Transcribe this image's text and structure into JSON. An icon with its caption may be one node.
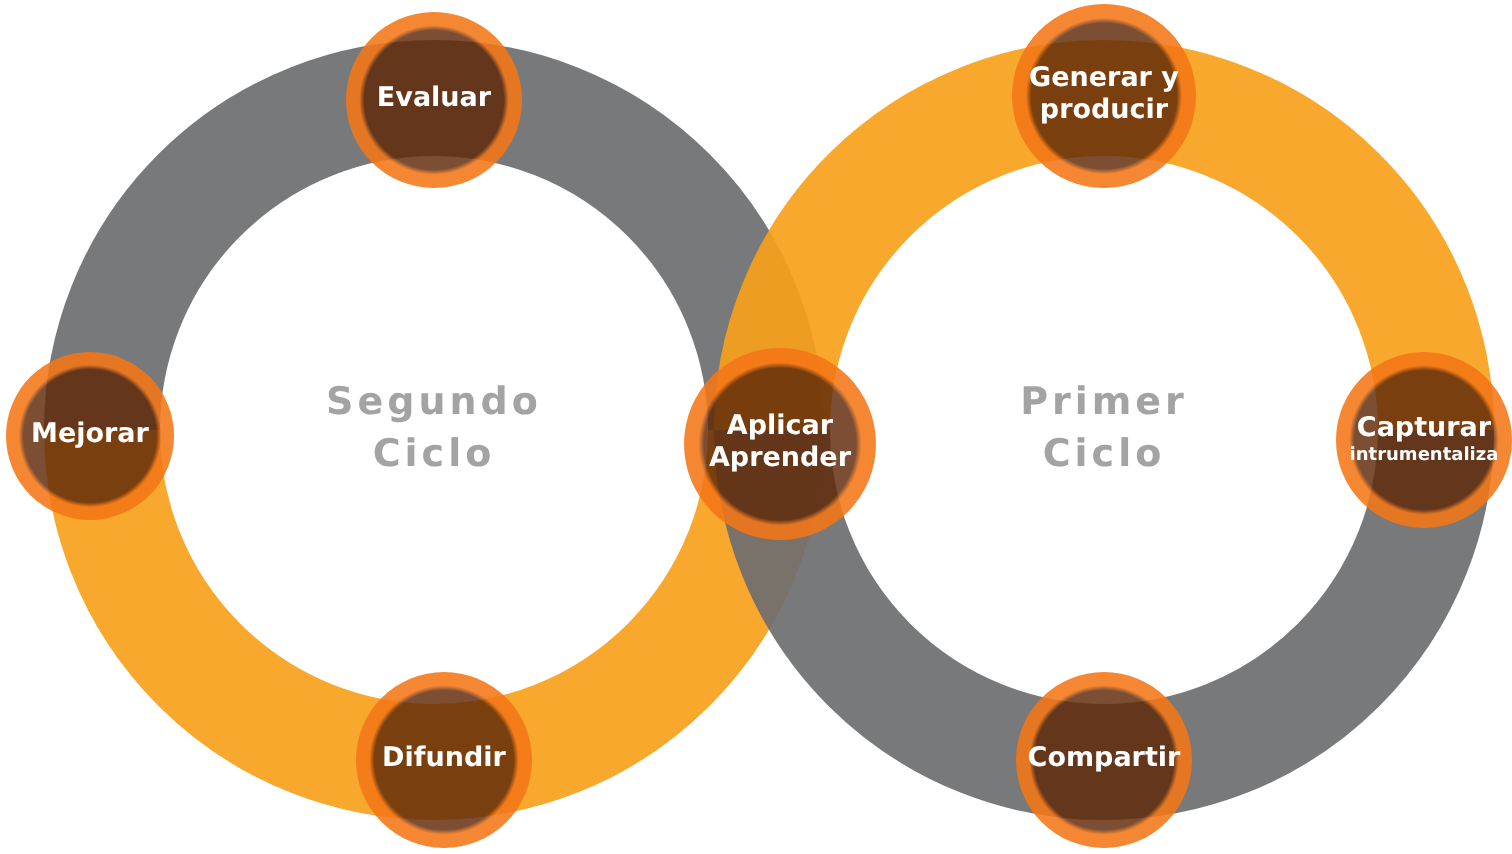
{
  "diagram": {
    "nodes": [
      {
        "text": [
          "Segundo Ciclo"
        ]
      },
      {
        "text": [
          "Primer Ciclo"
        ]
      },
      {
        "text": [
          "Evaluar"
        ]
      },
      {
        "text": [
          "Generar y producir"
        ]
      },
      {
        "text": [
          "Mejorar"
        ]
      },
      {
        "text": [
          "Aplicar Aprender"
        ]
      },
      {
        "text": [
          "Capturar",
          "intrumentaliza"
        ]
      },
      {
        "text": [
          "Difundir"
        ]
      },
      {
        "text": [
          "Compartir"
        ]
      }
    ]
  }
}
